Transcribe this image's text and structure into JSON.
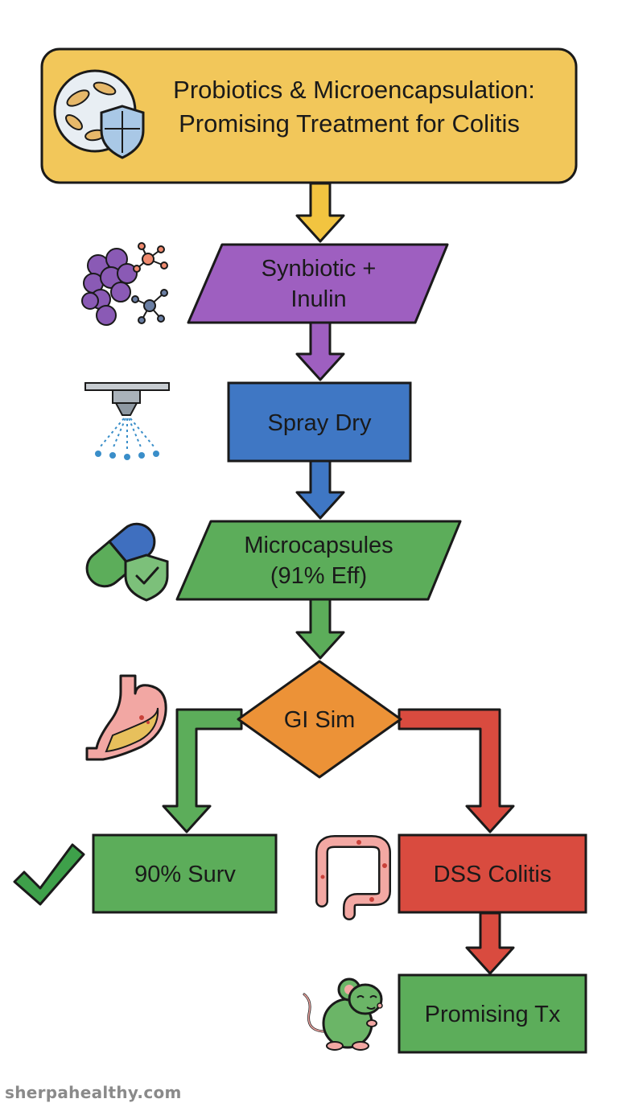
{
  "title": {
    "line1": "Probiotics & Microencapsulation:",
    "line2": "Promising Treatment for Colitis"
  },
  "nodes": {
    "synbiotic": {
      "line1": "Synbiotic +",
      "line2": "Inulin"
    },
    "spray_dry": {
      "label": "Spray Dry"
    },
    "microcapsules": {
      "line1": "Microcapsules",
      "line2": "(91% Eff)"
    },
    "gi_sim": {
      "label": "GI Sim"
    },
    "survival": {
      "label": "90% Surv"
    },
    "dss_colitis": {
      "label": "DSS Colitis"
    },
    "promising_tx": {
      "label": "Promising Tx"
    }
  },
  "icons": [
    "bacteria-shield-icon",
    "bacteria-molecule-icon",
    "spray-nozzle-icon",
    "capsule-shield-icon",
    "stomach-icon",
    "checkmark-icon",
    "colon-icon",
    "mouse-icon"
  ],
  "colors": {
    "title_bg": "#f2c75a",
    "purple": "#9e5fc0",
    "blue": "#3f77c4",
    "green": "#5cad5a",
    "orange": "#ec9237",
    "red": "#d94b3f",
    "arrow_yellow": "#f2c440"
  },
  "watermark": "sherpahealthy.com"
}
